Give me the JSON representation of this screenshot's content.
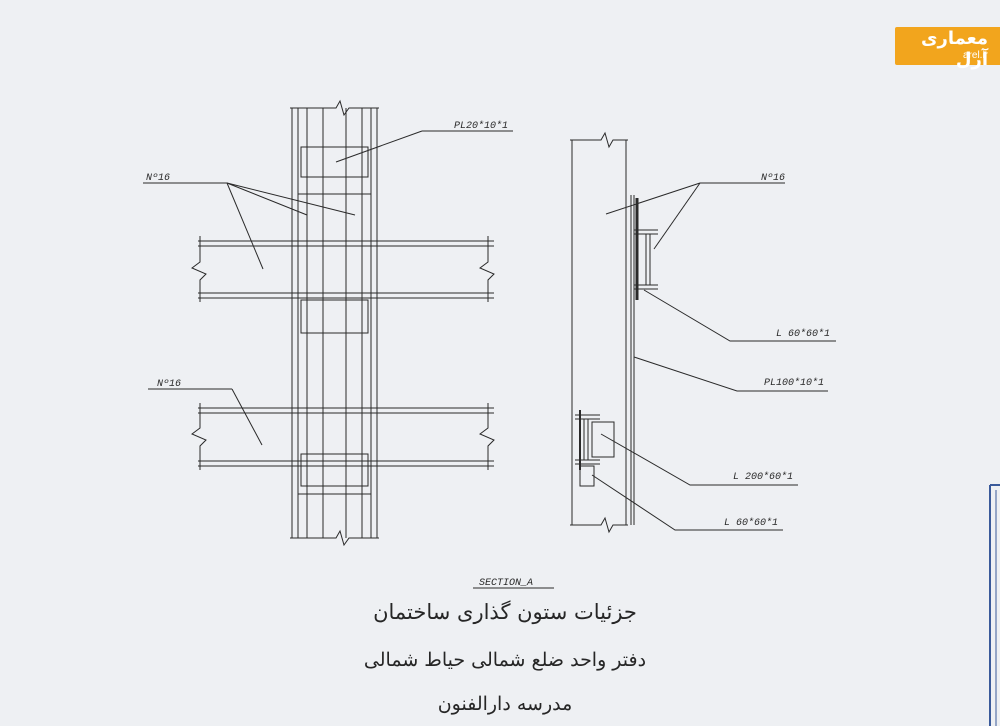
{
  "logo": {
    "fa": "معماری آرل",
    "en": "arel.ir"
  },
  "labels": {
    "pl_top": "PL20*10*1",
    "no16_a": "Nº16",
    "no16_b": "Nº16",
    "no16_c": "Nº16",
    "l60_a": "L 60*60*1",
    "pl100": "PL100*10*1",
    "l200": "L 200*60*1",
    "l60_b": "L 60*60*1"
  },
  "section": "SECTION_A",
  "titles": {
    "line1": "جزئیات ستون گذاری ساختمان",
    "line2": "دفتر واحد ضلع شمالی حیاط شمالی",
    "line3": "مدرسه دارالفنون"
  },
  "colors": {
    "paper": "#eef0f3",
    "ink": "#2a2a2a",
    "logo": "#f2a51d",
    "border": "#3a5a9a"
  }
}
